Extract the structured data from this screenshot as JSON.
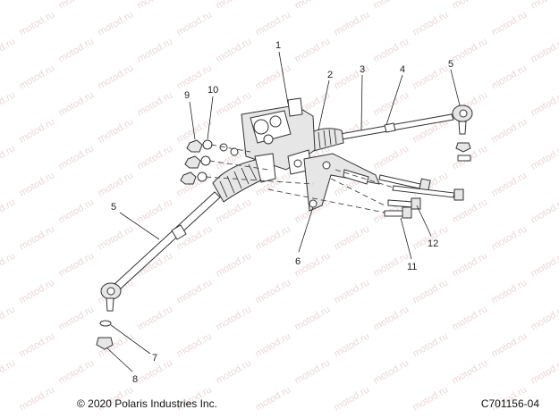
{
  "watermark": "motod.ru",
  "callouts": {
    "c1": "1",
    "c2": "2",
    "c3": "3",
    "c4": "4",
    "c5a": "5",
    "c5b": "5",
    "c6": "6",
    "c7": "7",
    "c8": "8",
    "c9": "9",
    "c10": "10",
    "c11": "11",
    "c12": "12"
  },
  "footer": {
    "copyright": "© 2020 Polaris Industries Inc.",
    "drawing_code": "C701156-04"
  }
}
